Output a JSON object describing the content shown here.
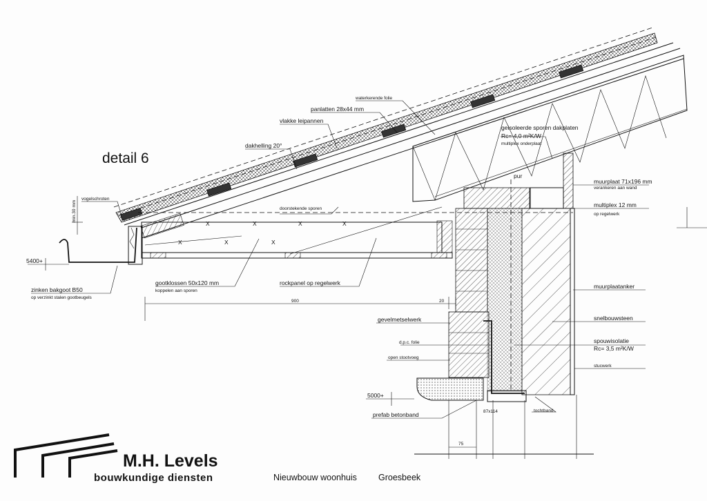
{
  "drawing": {
    "detail_title": "detail 6"
  },
  "levels": {
    "level_5400": "5400+",
    "level_5000": "5000+"
  },
  "labels": {
    "waterkerende_folie": "waterkerende folie",
    "panlatten": "panlatten 28x44 mm",
    "vlakke_leipannen": "vlakke leipannen",
    "dakhelling": "dakhelling 20°",
    "geisoleerde_sporen": "geisoleerde sporen dakplaten",
    "rc_roof": "Rc= 4,0 m²K/W",
    "multiplex_onderplaat": "multiplex onderplaat",
    "vogelschroten": "vogelschroten",
    "min_30": "min.30 mm",
    "pur": "pur",
    "muurplaat": "muurplaat 71x196 mm",
    "verankeren_aan_wand": "verankeren aan wand",
    "doorstekende_sporen": "doorstekende sporen",
    "multiplex_12": "multiplex 12 mm",
    "op_regelwerk": "op regelwerk",
    "zinken_bakgoot": "zinken bakgoot B50",
    "op_verzinkt": "op verzinkt stalen gootbeugels",
    "gootklossen": "gootklossen 50x120 mm",
    "koppelen_aan_sporen": "koppelen aan sporen",
    "rockpanel": "rockpanel op regelwerk",
    "muurplaatanker": "muurplaatanker",
    "dim_900": "900",
    "dim_20": "20",
    "gevelmetselwerk": "gevelmetselwerk",
    "snelbouwsteen": "snelbouwsteen",
    "dpc_folie": "d.p.c. folie",
    "spouwisolatie": "spouwisolatie",
    "rc_wall": "Rc= 3,5 m²K/W",
    "open_stootvoeg": "open stootvoeg",
    "stucwerk": "stucwerk",
    "dim_87x114": "87x114",
    "tochtband": "tochtband",
    "prefab_betonband": "prefab betonband",
    "dim_75": "75"
  },
  "title_block": {
    "firm_name": "M.H. Levels",
    "firm_subtitle": "bouwkundige diensten",
    "project_name": "Nieuwbouw woonhuis",
    "project_location": "Groesbeek"
  },
  "colors": {
    "ink": "#111111",
    "paper": "#fdfdfd"
  }
}
